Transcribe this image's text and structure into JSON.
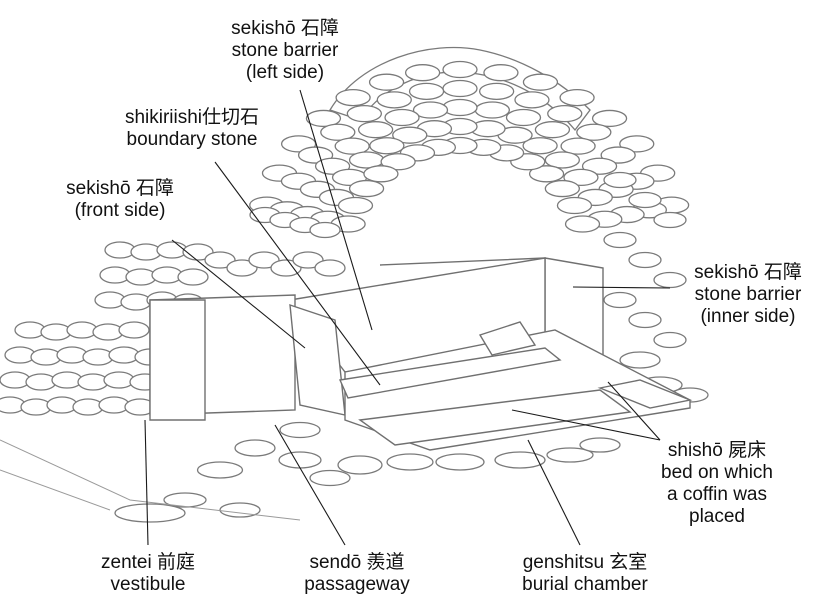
{
  "labels": {
    "barrier_left": {
      "line1": "sekishō 石障",
      "line2": "stone barrier",
      "line3": "(left side)"
    },
    "boundary": {
      "line1": "shikiriishi仕切石",
      "line2": "boundary stone"
    },
    "barrier_front": {
      "line1": "sekishō 石障",
      "line2": "(front side)"
    },
    "barrier_inner": {
      "line1": "sekishō 石障",
      "line2": "stone barrier",
      "line3": "(inner side)"
    },
    "shisho": {
      "line1": "shishō 屍床",
      "line2": "bed on which",
      "line3": "a coffin was",
      "line4": "placed"
    },
    "zentei": {
      "line1": "zentei 前庭",
      "line2": "vestibule"
    },
    "sendo": {
      "line1": "sendō 羨道",
      "line2": "passageway"
    },
    "genshitsu": {
      "line1": "genshitsu 玄室",
      "line2": "burial chamber"
    }
  },
  "colors": {
    "line": "#1a1a1a",
    "stone_outline": "#7a7a7a",
    "background": "#ffffff"
  }
}
